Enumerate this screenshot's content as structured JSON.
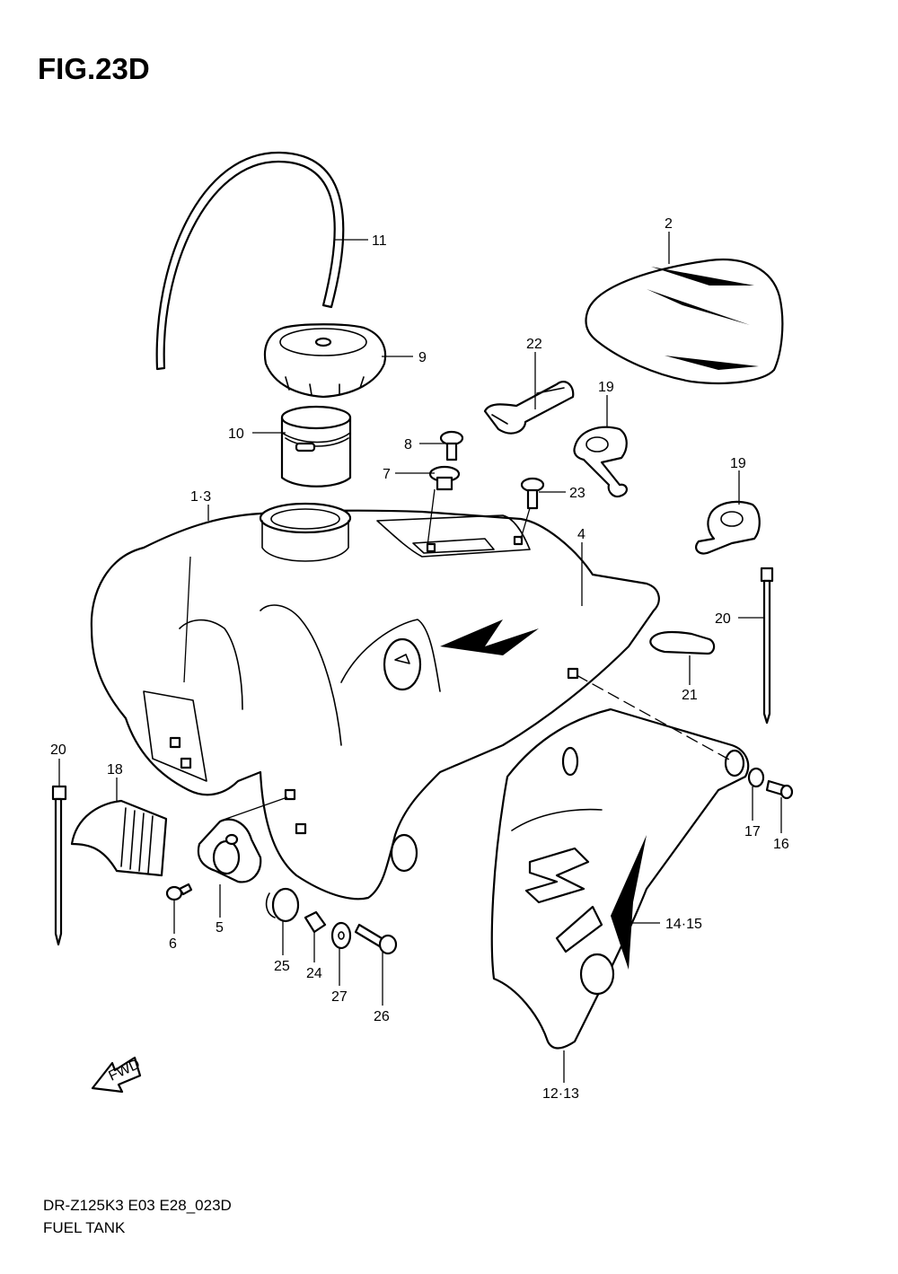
{
  "figure": {
    "title": "FIG.23D"
  },
  "footer": {
    "model_code": "DR-Z125K3 E03 E28_023D",
    "section_name": "FUEL TANK"
  },
  "fwd_arrow": {
    "label": "FWD"
  },
  "callouts": {
    "c11": "11",
    "c2": "2",
    "c9": "9",
    "c22": "22",
    "c19a": "19",
    "c10": "10",
    "c8": "8",
    "c7": "7",
    "c23": "23",
    "c19b": "19",
    "c1_3": "1·3",
    "c4": "4",
    "c20a": "20",
    "c21": "21",
    "c20b": "20",
    "c18": "18",
    "c17": "17",
    "c16": "16",
    "c14_15": "14·15",
    "c6": "6",
    "c5": "5",
    "c25": "25",
    "c24": "24",
    "c27": "27",
    "c26": "26",
    "c12_13": "12·13"
  }
}
